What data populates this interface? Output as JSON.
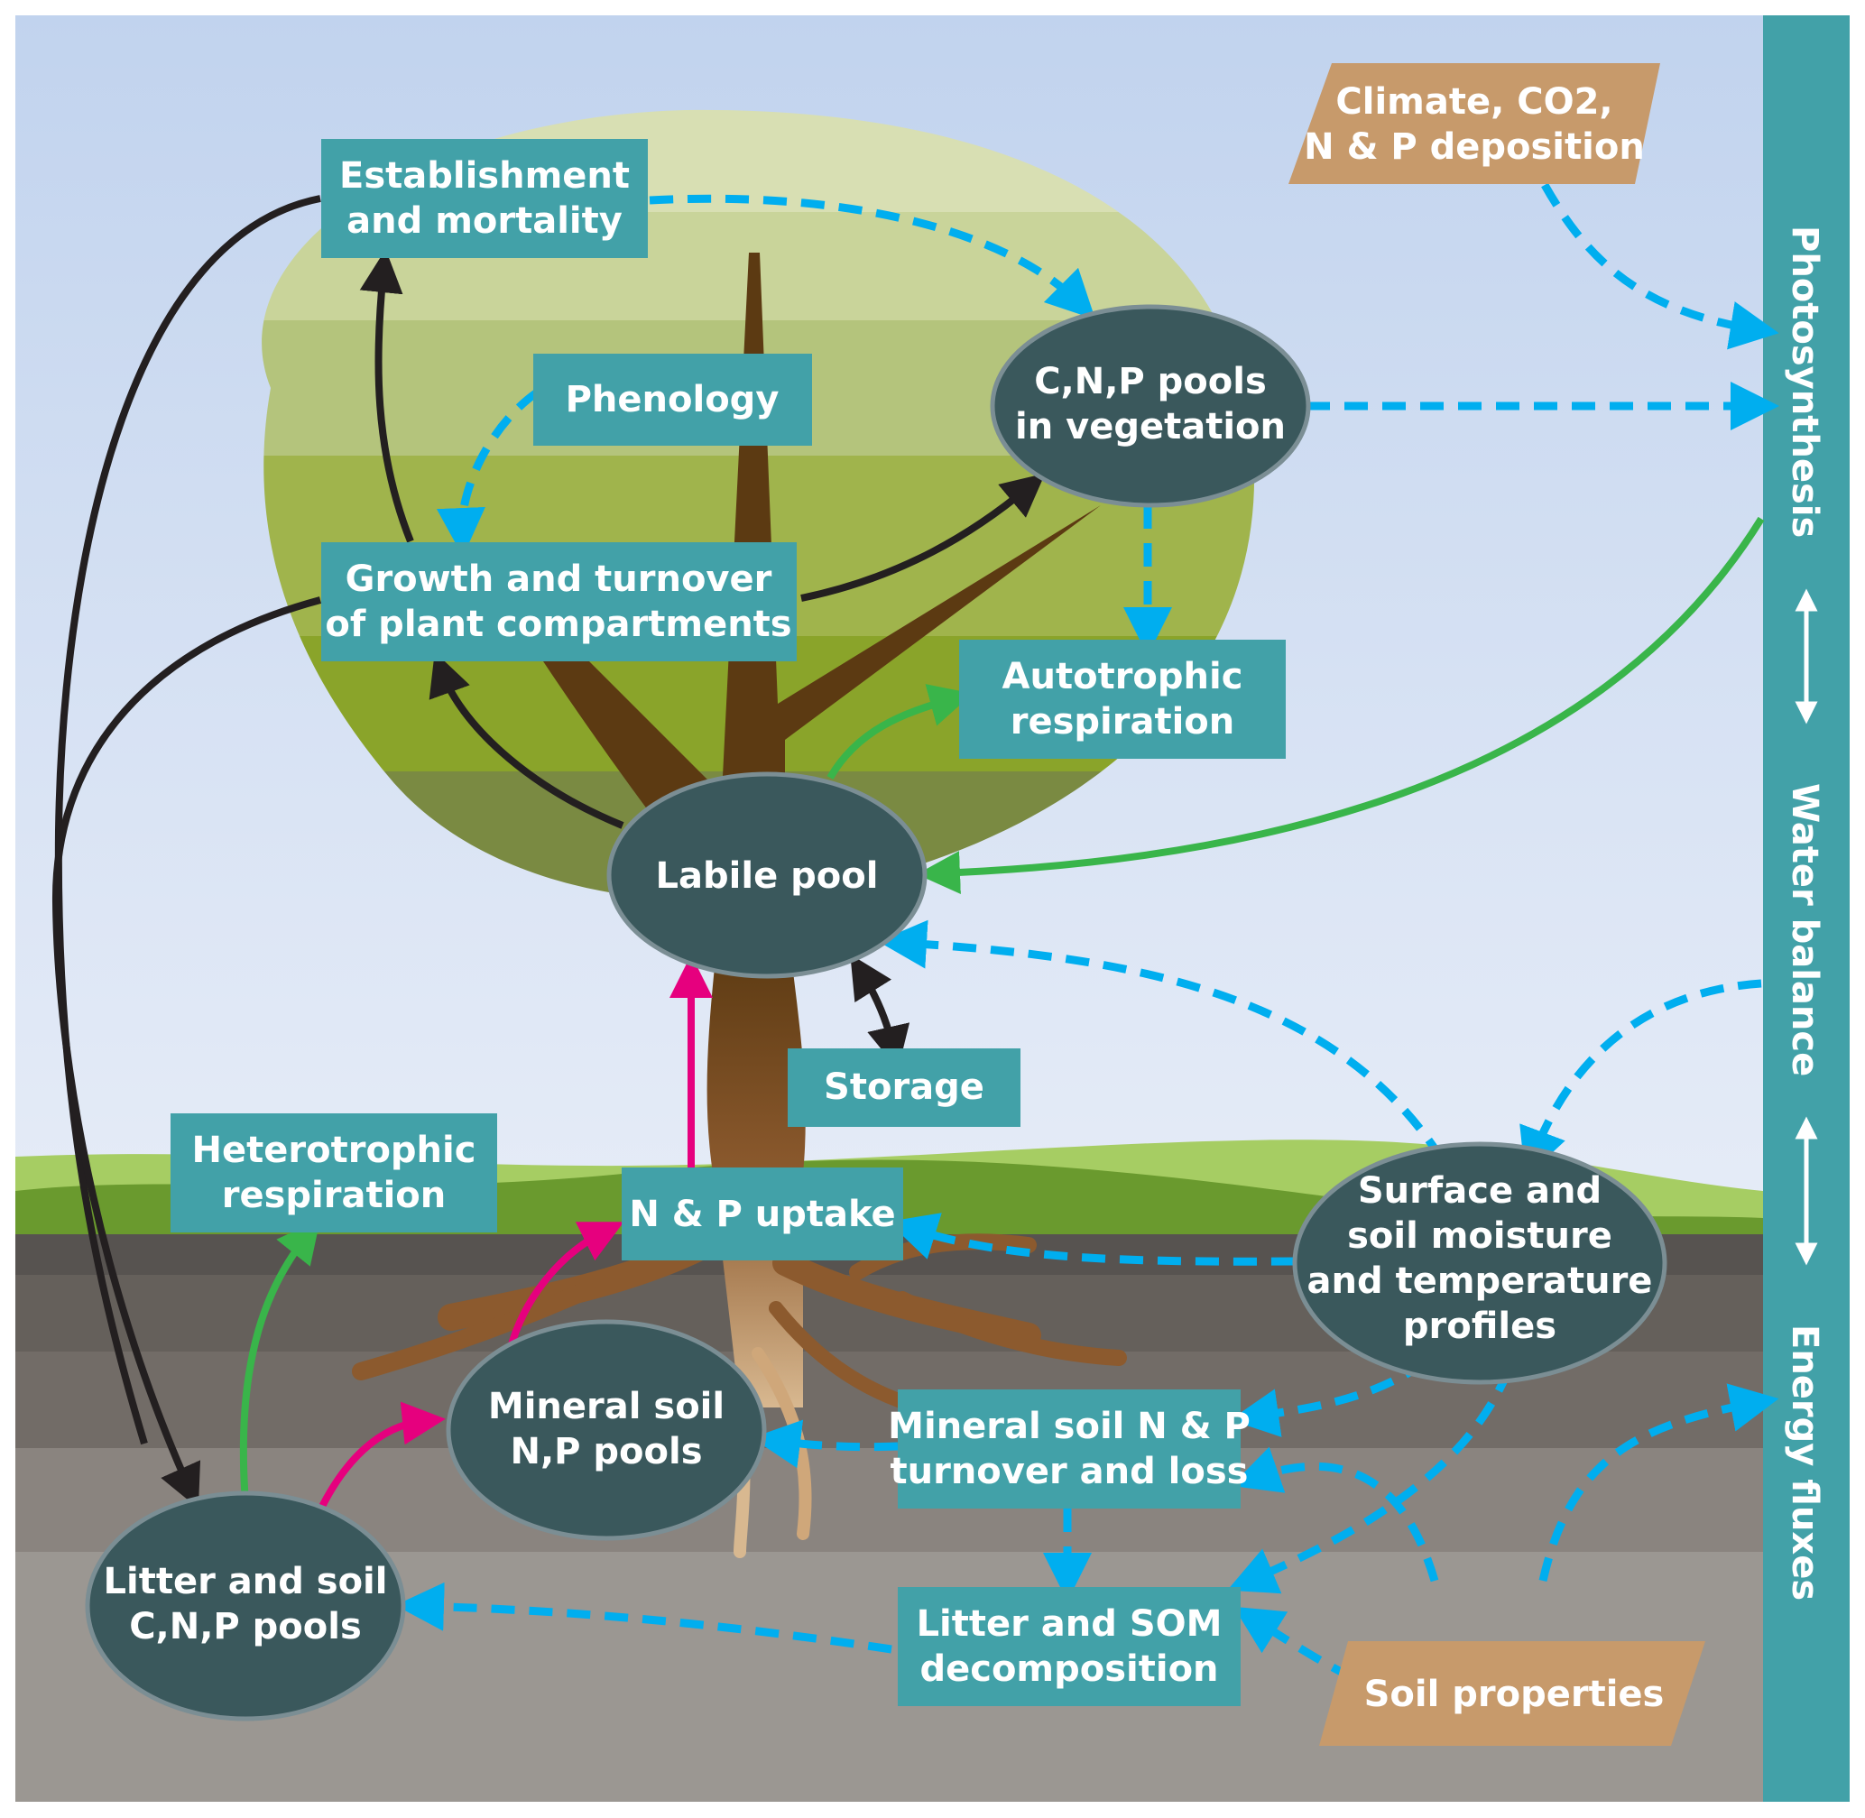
{
  "diagram": {
    "colors": {
      "process_box": "#42a1a8",
      "pool_oval": "#3a585c",
      "driver": "#c79a6b",
      "blue_dashed": "#00aeef",
      "black_flow": "#231f20",
      "green_flow": "#39b54a",
      "pink_flow": "#e6007e",
      "sidebar": "#42a1a8"
    },
    "processes": {
      "establishment": [
        "Establishment",
        "and mortality"
      ],
      "phenology": [
        "Phenology"
      ],
      "growth": [
        "Growth and turnover",
        "of plant compartments"
      ],
      "autotrophic": [
        "Autotrophic",
        "respiration"
      ],
      "storage": [
        "Storage"
      ],
      "heterotrophic": [
        "Heterotrophic",
        "respiration"
      ],
      "uptake": [
        "N & P uptake"
      ],
      "mineral_turnover": [
        "Mineral soil N & P",
        "turnover and loss"
      ],
      "decomposition": [
        "Litter and SOM",
        "decomposition"
      ]
    },
    "pools": {
      "vegetation": [
        "C,N,P pools",
        "in vegetation"
      ],
      "labile": [
        "Labile pool"
      ],
      "mineral": [
        "Mineral soil",
        "N,P pools"
      ],
      "litter": [
        "Litter and soil",
        "C,N,P pools"
      ],
      "moisture": [
        "Surface and",
        "soil moisture",
        "and temperature",
        "profiles"
      ]
    },
    "drivers": {
      "climate": [
        "Climate, CO2,",
        "N & P deposition"
      ],
      "soil": [
        "Soil properties"
      ]
    },
    "sidebar": {
      "photosynthesis": "Photosynthesis",
      "water": "Water balance",
      "energy": "Energy fluxes"
    }
  }
}
